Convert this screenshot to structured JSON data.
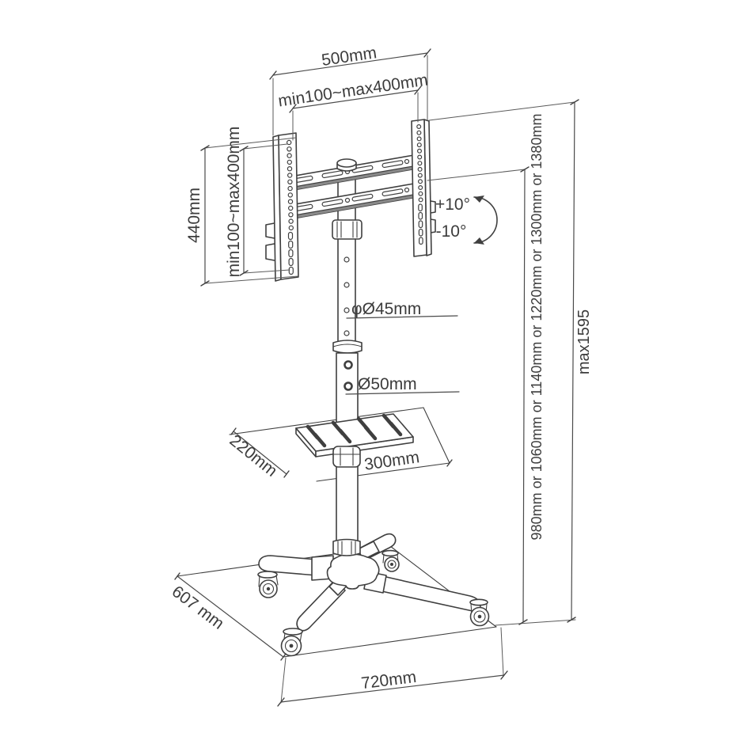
{
  "diagram": {
    "type": "technical-dimension-drawing",
    "subject": "mobile TV floor stand with tilting VESA bracket, shelf and caster base",
    "background_color": "#ffffff",
    "line_color": "#3f3f3f",
    "labels": {
      "top_width": "500mm",
      "vesa_width": "min100~max400mm",
      "bracket_height": "440mm",
      "vesa_height": "min100~max400mm",
      "tilt_up": "+10°",
      "tilt_down": "-10°",
      "upper_pole_diameter": "φØ45mm",
      "lower_pole_diameter": "Ø50mm",
      "shelf_depth": "220mm",
      "shelf_width": "300mm",
      "base_depth": "607 mm",
      "base_width": "720mm",
      "height_options": "980mm or 1060mm or 1140mm or 1220mm or 1300mm or 1380mm",
      "max_height": "max1595"
    }
  }
}
